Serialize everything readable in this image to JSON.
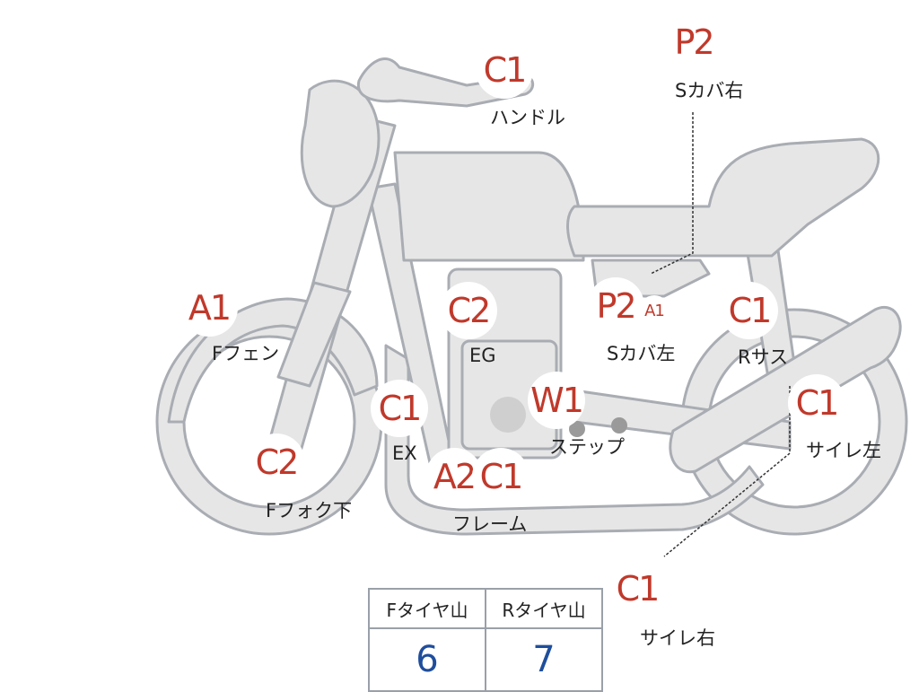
{
  "parts": [
    {
      "id": "handle",
      "grade": "C1",
      "label": "ハンドル"
    },
    {
      "id": "s-cover-right",
      "grade": "P2",
      "label": "Sカバ右"
    },
    {
      "id": "f-fender",
      "grade": "A1",
      "label": "Fフェン"
    },
    {
      "id": "engine",
      "grade": "C2",
      "label": "EG"
    },
    {
      "id": "s-cover-left",
      "grade": "P2",
      "grade2": "A1",
      "label": "Sカバ左"
    },
    {
      "id": "r-suspension",
      "grade": "C1",
      "label": "Rサス"
    },
    {
      "id": "exhaust",
      "grade": "C1",
      "label": "EX"
    },
    {
      "id": "step",
      "grade": "W1",
      "label": "ステップ"
    },
    {
      "id": "muffler-left",
      "grade": "C1",
      "label": "サイレ左"
    },
    {
      "id": "f-fork-lower",
      "grade": "C2",
      "label": "Fフォク下"
    },
    {
      "id": "frame",
      "grade": "A2",
      "grade2": "C1",
      "label": "フレーム"
    },
    {
      "id": "muffler-right",
      "grade": "C1",
      "label": "サイレ右"
    }
  ],
  "tread_table": {
    "headers": [
      "Fタイヤ山",
      "Rタイヤ山"
    ],
    "values": [
      "6",
      "7"
    ]
  },
  "colors": {
    "grade_text": "#c0392b",
    "bike_fill": "#e6e6e6",
    "bike_stroke": "#a9adb3",
    "tread_value": "#1f4e9c"
  }
}
